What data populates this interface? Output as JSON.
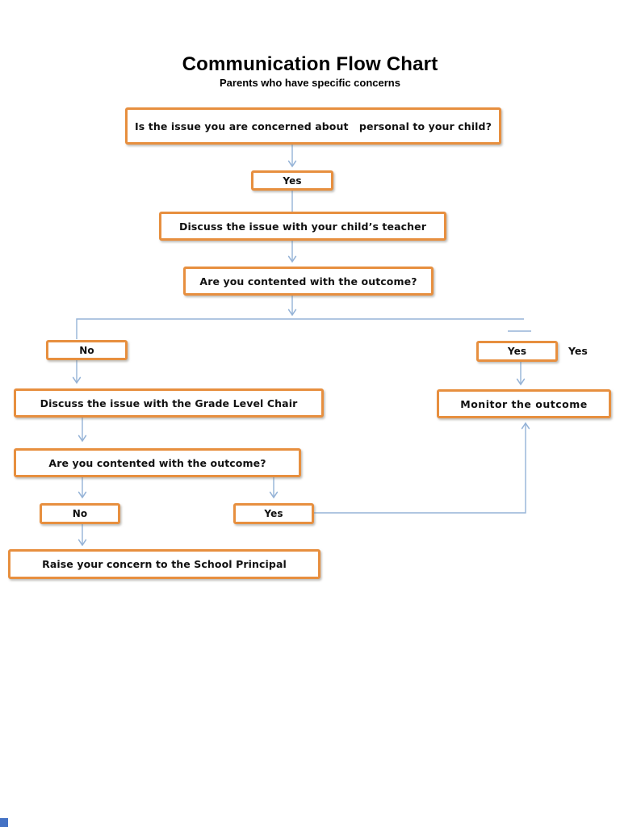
{
  "header": {
    "title": "Communication Flow Chart",
    "subtitle": "Parents who have specific concerns"
  },
  "nodes": {
    "q_personal": {
      "label": "Is the issue you are concerned about   personal to your child?"
    },
    "yes1": {
      "label": "Yes"
    },
    "discuss_teacher": {
      "label": "Discuss the issue with your child’s teacher"
    },
    "q_outcome1": {
      "label": "Are you contented with the outcome?"
    },
    "no1": {
      "label": "No"
    },
    "yes2": {
      "label": "Yes"
    },
    "monitor": {
      "label": "Monitor the outcome"
    },
    "discuss_chair": {
      "label": "Discuss the issue with the Grade Level Chair"
    },
    "q_outcome2": {
      "label": "Are you contented with the outcome?"
    },
    "no2": {
      "label": "No"
    },
    "yes3": {
      "label": "Yes"
    },
    "raise_principal": {
      "label": "Raise your concern to the School Principal"
    }
  },
  "annotations": {
    "yes_side_label": "Yes"
  },
  "colors": {
    "box_border": "#E78F3F",
    "connector": "#95B3D7",
    "text": "#111111",
    "corner_marker": "#4472C4"
  }
}
